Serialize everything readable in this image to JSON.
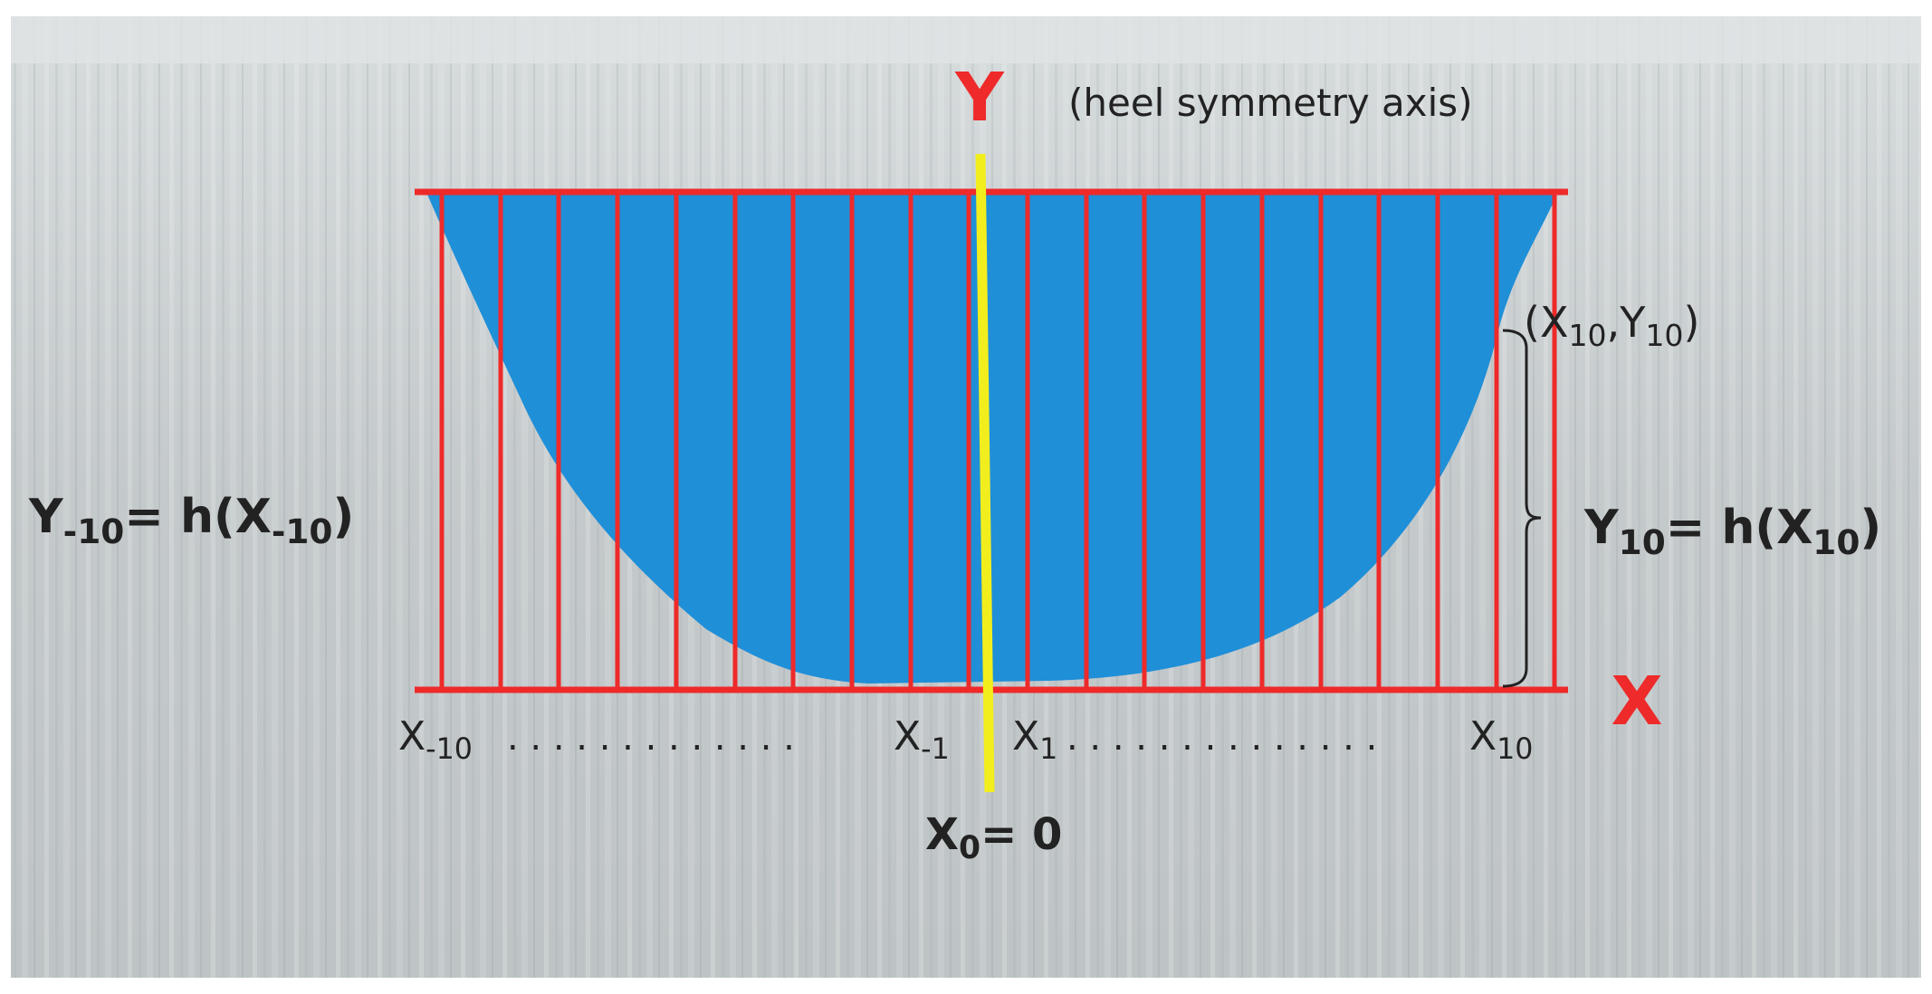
{
  "figure": {
    "axis_y_label": "Y",
    "axis_y_caption": "(heel symmetry axis)",
    "axis_x_label": "X",
    "point_label": {
      "open": "(X",
      "sub1": "10",
      "comma": ",Y",
      "sub2": "10",
      "close": ")"
    },
    "left_eq": {
      "pre": "Y",
      "sub1": "-10",
      "mid": "= h(X",
      "sub2": "-10",
      "post": ")"
    },
    "right_eq": {
      "pre": "Y",
      "sub1": "10",
      "mid": "= h(X",
      "sub2": "10",
      "post": ")"
    },
    "x_ticks": {
      "left_end": {
        "base": "X",
        "sub": "-10"
      },
      "left_dots": ". . . . . . . . . . . . .",
      "left_near": {
        "base": "X",
        "sub": "-1"
      },
      "right_near": {
        "base": "X",
        "sub": "1"
      },
      "right_dots": ". . . . . . . . . . . . . .",
      "right_end": {
        "base": "X",
        "sub": "10"
      }
    },
    "origin_label": {
      "base": "X",
      "sub": "0",
      "rest": "= 0"
    },
    "colors": {
      "grid_lines": "#ee2a2a",
      "symmetry_axis": "#f2ee1e",
      "heel_fill": "#1f8fd8",
      "background": "#c3c8ca",
      "text_dark": "#222222",
      "text_red": "#ee2a2a"
    }
  }
}
